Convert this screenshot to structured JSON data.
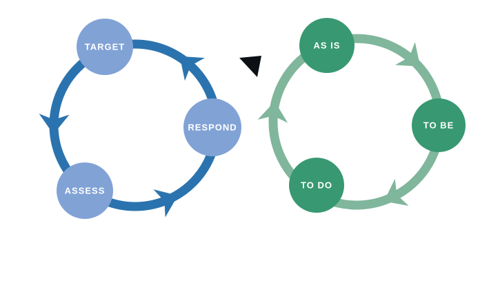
{
  "diagram": {
    "left_cycle": {
      "direction": "counterclockwise",
      "ring_color": "#2B73AE",
      "node_color": "#81A2D5",
      "label_color": "#FFFFFF",
      "nodes": [
        {
          "label": "TARGET"
        },
        {
          "label": "RESPOND"
        },
        {
          "label": "ASSESS"
        }
      ]
    },
    "right_cycle": {
      "direction": "clockwise",
      "ring_color": "#80B69B",
      "node_color": "#389872",
      "label_color": "#FFFFFF",
      "nodes": [
        {
          "label": "AS IS"
        },
        {
          "label": "TO BE"
        },
        {
          "label": "TO DO"
        }
      ]
    },
    "connector": {
      "color": "#0D1116"
    }
  }
}
